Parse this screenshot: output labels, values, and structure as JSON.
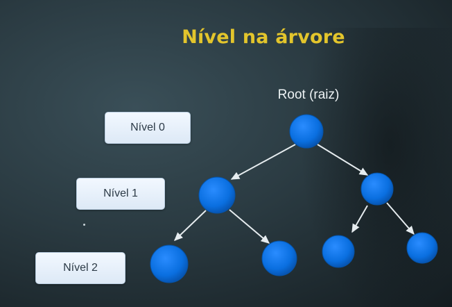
{
  "slide": {
    "title": "Nível na árvore",
    "root_label": "Root (raiz)"
  },
  "levels": [
    {
      "label": "Nível 0"
    },
    {
      "label": "Nível 1"
    },
    {
      "label": "Nível 2"
    }
  ],
  "tree": {
    "nodes": [
      "root",
      "n1-left",
      "n1-right",
      "n2-a",
      "n2-b",
      "n2-c",
      "n2-d"
    ],
    "edges": [
      [
        "root",
        "n1-left"
      ],
      [
        "root",
        "n1-right"
      ],
      [
        "n1-left",
        "n2-a"
      ],
      [
        "n1-left",
        "n2-b"
      ],
      [
        "n1-right",
        "n2-c"
      ],
      [
        "n1-right",
        "n2-d"
      ]
    ]
  },
  "colors": {
    "background": "#2a3a41",
    "title": "#e3c52c",
    "node": "#0a6fe0",
    "edge": "#e6ecef",
    "box": "#e8f1fb"
  }
}
